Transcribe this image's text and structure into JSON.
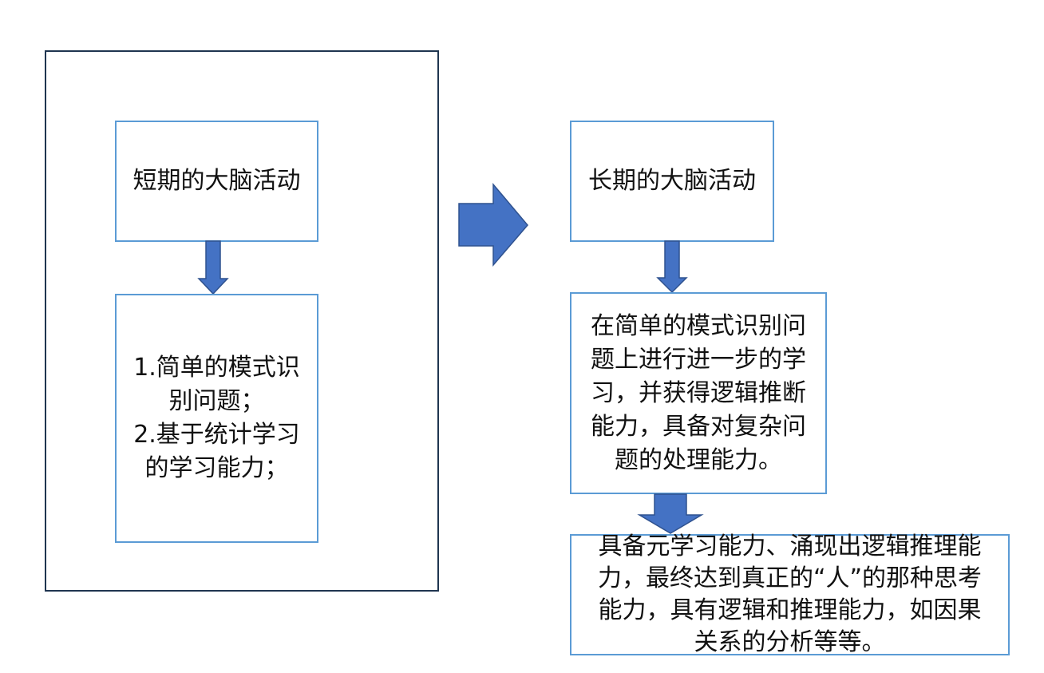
{
  "diagram": {
    "short_term": {
      "title": "短期的大脑活动",
      "description": "1.简单的模式识\n别问题；\n2.基于统计学习\n的学习能力；"
    },
    "long_term": {
      "title": "长期的大脑活动",
      "description": "在简单的模式识别问\n题上进行进一步的学\n习，并获得逻辑推断\n能力，具备对复杂问\n题的处理能力。"
    },
    "outcome": {
      "text": "具备元学习能力、涌现出逻辑推理能\n力，最终达到真正的“人”的那种思考\n能力，具有逻辑和推理能力，如因果\n关系的分析等等。"
    },
    "colors": {
      "arrow_fill": "#4472c4",
      "arrow_stroke": "#2f528f",
      "box_border": "#5b9bd5",
      "frame_border": "#1f3550"
    }
  }
}
